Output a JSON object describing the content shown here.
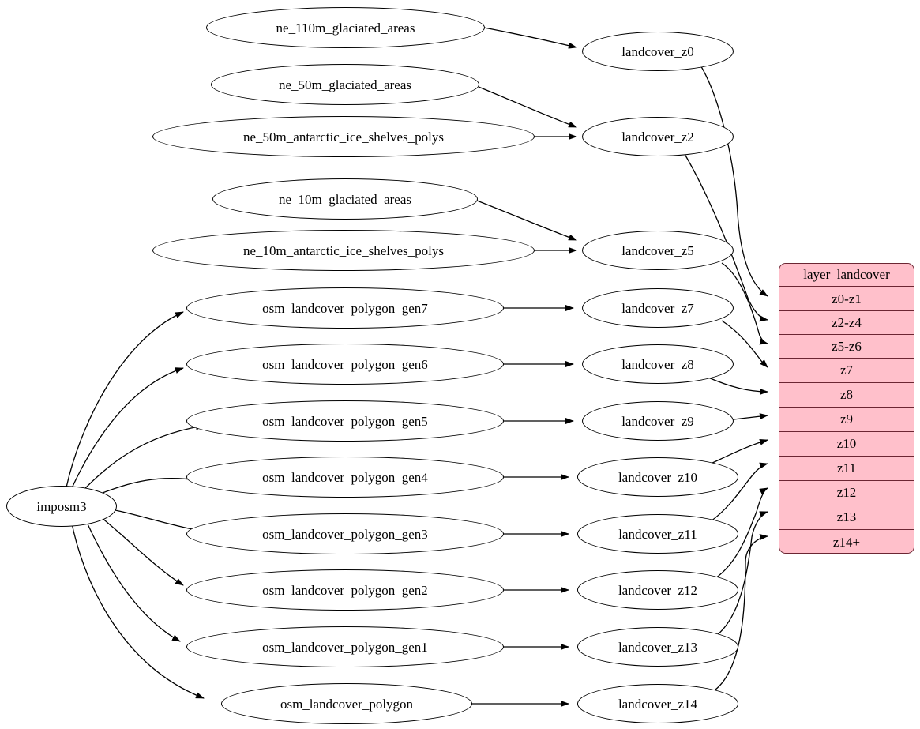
{
  "diagram": {
    "type": "graphviz-digraph",
    "title": "landcover layer data flow",
    "background": "#ffffff",
    "node_fill": "#ffffff",
    "node_stroke": "#000000",
    "table_fill": "#ffc0cb",
    "table_stroke": "#6b2633",
    "edge_color": "#000000"
  },
  "source_node": {
    "label": "imposm3"
  },
  "natural_earth_sources": [
    {
      "label": "ne_110m_glaciated_areas"
    },
    {
      "label": "ne_50m_glaciated_areas"
    },
    {
      "label": "ne_50m_antarctic_ice_shelves_polys"
    },
    {
      "label": "ne_10m_glaciated_areas"
    },
    {
      "label": "ne_10m_antarctic_ice_shelves_polys"
    }
  ],
  "osm_sources": [
    {
      "label": "osm_landcover_polygon_gen7"
    },
    {
      "label": "osm_landcover_polygon_gen6"
    },
    {
      "label": "osm_landcover_polygon_gen5"
    },
    {
      "label": "osm_landcover_polygon_gen4"
    },
    {
      "label": "osm_landcover_polygon_gen3"
    },
    {
      "label": "osm_landcover_polygon_gen2"
    },
    {
      "label": "osm_landcover_polygon_gen1"
    },
    {
      "label": "osm_landcover_polygon"
    }
  ],
  "landcover_nodes": [
    {
      "label": "landcover_z0"
    },
    {
      "label": "landcover_z2"
    },
    {
      "label": "landcover_z5"
    },
    {
      "label": "landcover_z7"
    },
    {
      "label": "landcover_z8"
    },
    {
      "label": "landcover_z9"
    },
    {
      "label": "landcover_z10"
    },
    {
      "label": "landcover_z11"
    },
    {
      "label": "landcover_z12"
    },
    {
      "label": "landcover_z13"
    },
    {
      "label": "landcover_z14"
    }
  ],
  "layer_table": {
    "header": "layer_landcover",
    "rows": [
      {
        "label": "z0-z1"
      },
      {
        "label": "z2-z4"
      },
      {
        "label": "z5-z6"
      },
      {
        "label": "z7"
      },
      {
        "label": "z8"
      },
      {
        "label": "z9"
      },
      {
        "label": "z10"
      },
      {
        "label": "z11"
      },
      {
        "label": "z12"
      },
      {
        "label": "z13"
      },
      {
        "label": "z14+"
      }
    ]
  }
}
